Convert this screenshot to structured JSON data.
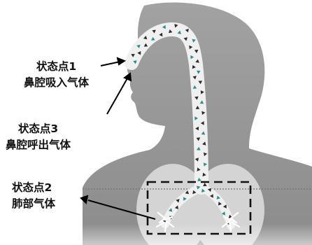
{
  "labels": {
    "state1": {
      "title": "状态点1",
      "desc": "鼻腔吸入气体"
    },
    "state3": {
      "title": "状态点3",
      "desc": "鼻腔呼出气体"
    },
    "state2": {
      "title": "状态点2",
      "desc": "肺部气体"
    }
  },
  "colors": {
    "silhouette": "#9a9a9a",
    "lung": "#d2d2d2",
    "airway_tube": "#eeeeee",
    "particle_teal": "#2a8f8c",
    "particle_dark": "#2b2b2b",
    "arrow": "#000000",
    "dashed_box": "#111111",
    "divider": "#6f6f6f"
  },
  "icons": {
    "particles": "airflow-particle-icon",
    "arrows": "pointer-arrow-icon"
  }
}
